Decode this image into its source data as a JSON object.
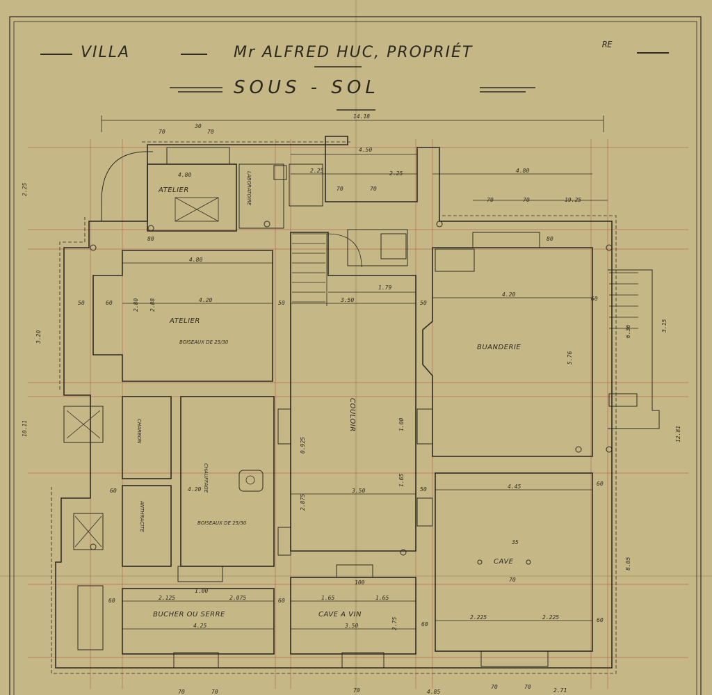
{
  "title": {
    "line1_villa": "VILLA",
    "line1_owner": "Mr ALFRED HUC, PROPRIÉT",
    "line1_suffix": "RE",
    "line2": "SOUS - SOL"
  },
  "rooms": {
    "atelier_small": "ATELIER",
    "laboratoire": "LABORATOIRE",
    "atelier": "ATELIER",
    "atelier_note": "BOISEAUX DE 25/30",
    "buanderie": "BUANDERIE",
    "couloir": "COULOIR",
    "charbon": "CHARBON",
    "chauffage": "CHAUFFAGE",
    "chauffage_note": "BOISEAUX DE 25/30",
    "anthracite": "ANTHRACITE",
    "cave": "CAVE",
    "bucher": "BUCHER OU SERRE",
    "cave_vin": "CAVE A VIN"
  },
  "dimensions": {
    "overall_width": "14.18",
    "top_4_50": "4.50",
    "top_4_80_left": "4.80",
    "top_2_25": "2.25",
    "top_2_25b": "2.25",
    "top_4_80_right": "4.80",
    "top_19_25": "19.25",
    "atelier_4_80": "4.80",
    "atelier_4_20": "4.20",
    "atelier_2_80": "2.80",
    "atelier_2_88": "2.88",
    "couloir_3_50": "3.50",
    "couloir_1_79": "1.79",
    "buanderie_4_20": "4.20",
    "buanderie_5_76": "5.76",
    "buanderie_6_36": "6.36",
    "chauffage_4_20": "4.20",
    "couloir_3_50b": "3.50",
    "cave_4_45": "4.45",
    "cave_2_225a": "2.225",
    "cave_2_225b": "2.225",
    "cave_8_05": "8.05",
    "bucher_4_25": "4.25",
    "bucher_2_125": "2.125",
    "bucher_2_075": "2.075",
    "cave_vin_3_50": "3.50",
    "cave_vin_1_65a": "1.65",
    "cave_vin_1_65b": "1.65",
    "cave_vin_2_75": "2.75",
    "left_3_20": "3.20",
    "left_10_11": "10.11",
    "left_2_25": "2.25",
    "right_3_15": "3.15",
    "right_12_81": "12.81",
    "d_70": "70",
    "d_30": "30",
    "d_50": "50",
    "d_60": "60",
    "d_80": "80",
    "d_100": "100",
    "d_1_00": "1.00",
    "d_1_65": "1.65",
    "d_4_85": "4.85",
    "d_2_71": "2.71",
    "d_2_875": "2.875",
    "d_0_925": "0.925",
    "d_35": "35"
  }
}
